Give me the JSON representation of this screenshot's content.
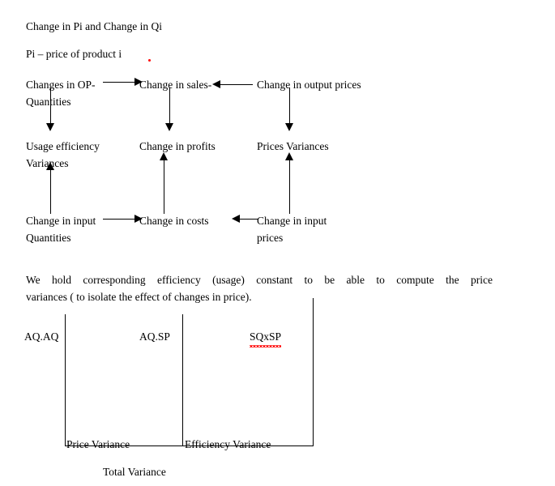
{
  "document": {
    "heading": "Change in Pi and Change in Qi",
    "definition": "Pi – price of product i"
  },
  "flow_diagram": {
    "nodes": [
      {
        "id": "changes-in-op-quantities",
        "line1": "Changes in OP-",
        "line2": "Quantities"
      },
      {
        "id": "change-in-sales",
        "line1": "Change in sales-",
        "line2": ""
      },
      {
        "id": "change-in-output-prices",
        "line1": "Change in output prices",
        "line2": ""
      },
      {
        "id": "usage-efficiency-variances",
        "line1": "Usage efficiency",
        "line2": "Variances"
      },
      {
        "id": "change-in-profits",
        "line1": "Change in profits",
        "line2": ""
      },
      {
        "id": "prices-variances",
        "line1": "Prices Variances",
        "line2": ""
      },
      {
        "id": "change-in-input-quantities",
        "line1": "Change in input",
        "line2": "Quantities"
      },
      {
        "id": "change-in-costs",
        "line1": "Change in costs",
        "line2": ""
      },
      {
        "id": "change-in-input-prices",
        "line1": "Change in input",
        "line2": "prices"
      }
    ],
    "connectors": [
      {
        "from": "changes-in-op-quantities",
        "to": "change-in-sales",
        "direction": "right"
      },
      {
        "from": "change-in-output-prices",
        "to": "change-in-sales",
        "direction": "left"
      },
      {
        "from": "changes-in-op-quantities",
        "to": "usage-efficiency-variances",
        "direction": "down"
      },
      {
        "from": "change-in-sales",
        "to": "change-in-profits",
        "direction": "down"
      },
      {
        "from": "change-in-output-prices",
        "to": "prices-variances",
        "direction": "down"
      },
      {
        "from": "change-in-input-quantities",
        "to": "usage-efficiency-variances",
        "direction": "up"
      },
      {
        "from": "change-in-costs",
        "to": "change-in-profits",
        "direction": "up"
      },
      {
        "from": "change-in-input-prices",
        "to": "prices-variances",
        "direction": "up"
      },
      {
        "from": "change-in-input-quantities",
        "to": "change-in-costs",
        "direction": "right"
      },
      {
        "from": "change-in-input-prices",
        "to": "change-in-costs",
        "direction": "left"
      }
    ]
  },
  "paragraph": {
    "line1": "We hold corresponding efficiency (usage) constant to be able to compute the price",
    "line2": "variances ( to isolate the effect of changes in price)."
  },
  "variance_diagram": {
    "columns": [
      {
        "id": "aq-ap",
        "label": "AQ.AQ",
        "misspelled": false
      },
      {
        "id": "aq-sp",
        "label": "AQ.SP",
        "misspelled": false
      },
      {
        "id": "sq-sp",
        "label": "SQxSP",
        "misspelled": true
      }
    ],
    "brackets": [
      {
        "id": "price-variance",
        "label": "Price Variance"
      },
      {
        "id": "efficiency-variance",
        "label": "Efficiency Variance"
      }
    ],
    "total_label": "Total Variance"
  },
  "colors": {
    "ink": "#000000",
    "page": "#ffffff",
    "spellcheck": "#ff0000"
  }
}
